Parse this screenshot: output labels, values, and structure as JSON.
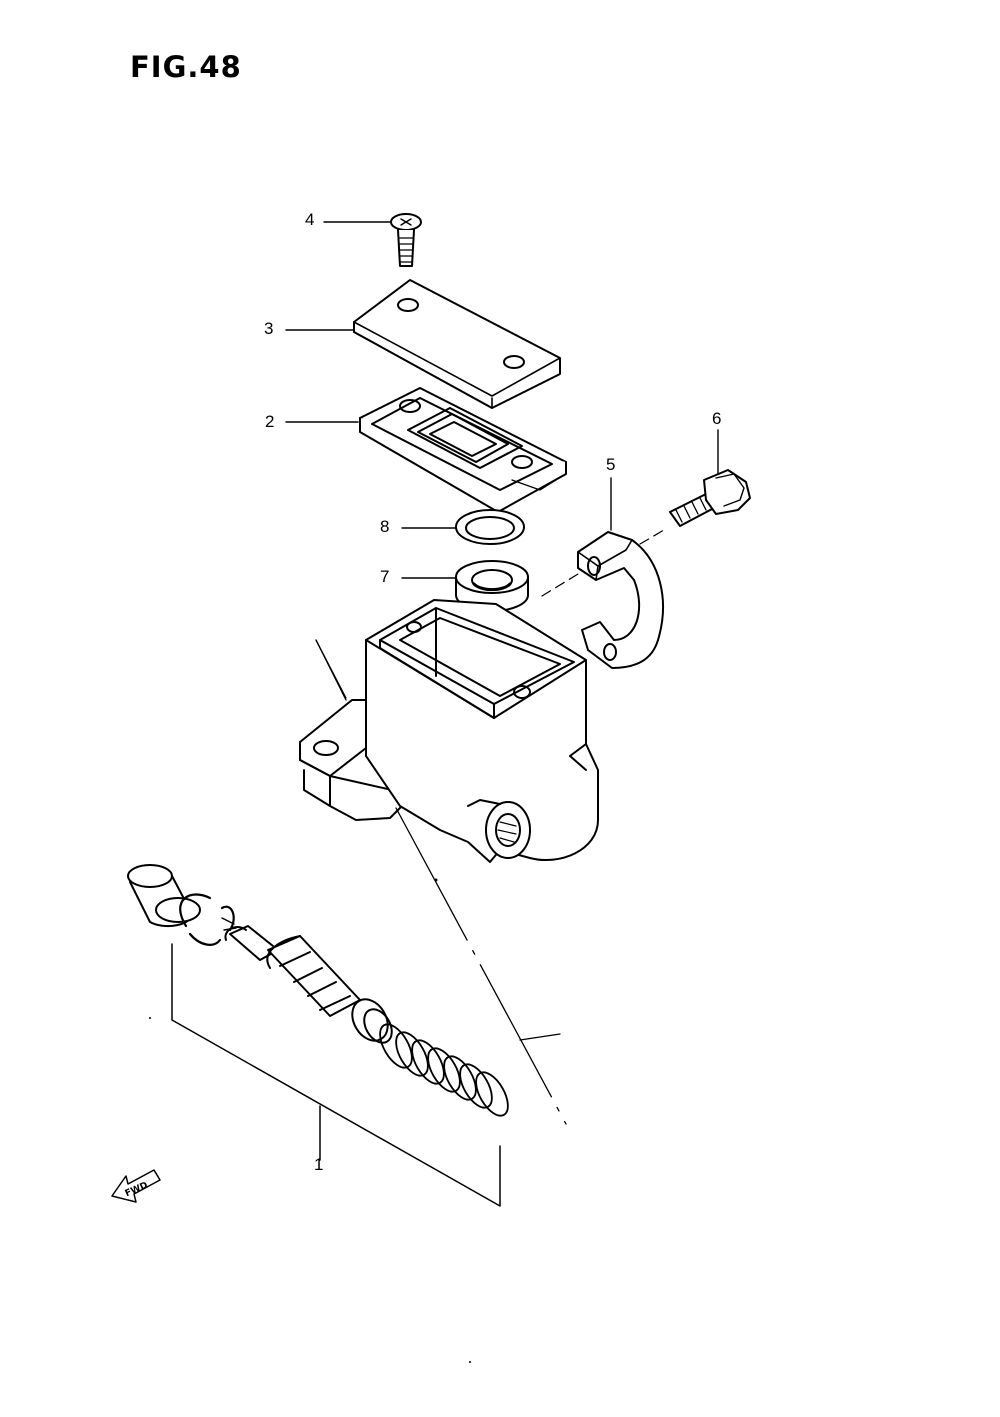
{
  "figure": {
    "title": "FIG.48"
  },
  "callouts": [
    {
      "id": "1",
      "label": "1"
    },
    {
      "id": "2",
      "label": "2"
    },
    {
      "id": "3",
      "label": "3"
    },
    {
      "id": "4",
      "label": "4"
    },
    {
      "id": "5",
      "label": "5"
    },
    {
      "id": "6",
      "label": "6"
    },
    {
      "id": "7",
      "label": "7"
    },
    {
      "id": "8",
      "label": "8"
    }
  ],
  "direction_arrow": {
    "label": "FWD"
  },
  "colors": {
    "line": "#000000",
    "background": "#ffffff"
  }
}
